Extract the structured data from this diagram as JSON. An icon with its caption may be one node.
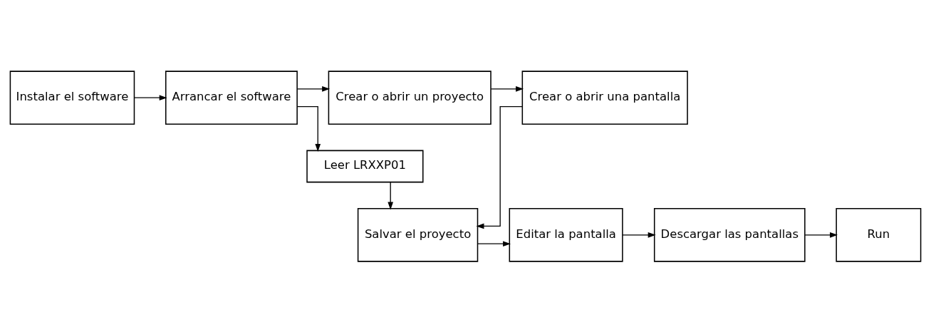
{
  "diagram": {
    "nodes": [
      {
        "text": [
          "Instalar el software"
        ]
      },
      {
        "text": [
          "Arrancar el software"
        ]
      },
      {
        "text": [
          "Crear o abrir un proyecto"
        ]
      },
      {
        "text": [
          "Crear o abrir una pantalla"
        ]
      },
      {
        "text": [
          "Leer LRXXP01"
        ]
      },
      {
        "text": [
          "Run"
        ]
      },
      {
        "text": [
          "Descargar las pantallas"
        ]
      },
      {
        "text": [
          "Editar la pantalla"
        ]
      },
      {
        "text": [
          "Salvar el proyecto"
        ]
      }
    ],
    "edges": [
      {
        "from": 0,
        "to": 1,
        "arrow": "to"
      },
      {
        "from": 1,
        "to": 2,
        "arrow": "to"
      },
      {
        "from": 2,
        "to": 3,
        "arrow": "to"
      },
      {
        "from": 1,
        "to": 4,
        "arrow": "to"
      },
      {
        "from": 3,
        "to": 8,
        "arrow": "to"
      },
      {
        "from": 4,
        "to": 8,
        "arrow": "to"
      },
      {
        "from": 8,
        "to": 7,
        "arrow": "to"
      },
      {
        "from": 7,
        "to": 6,
        "arrow": "to"
      },
      {
        "from": 6,
        "to": 5,
        "arrow": "to"
      }
    ]
  }
}
